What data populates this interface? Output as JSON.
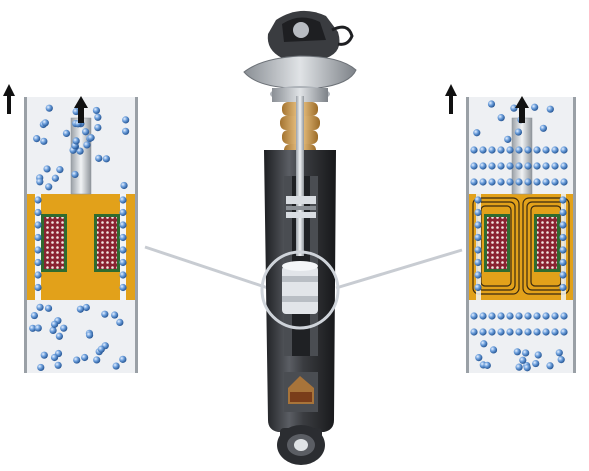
{
  "diagram": {
    "subject": "magnetorheological-shock-absorber",
    "left_panel": {
      "state": "field-off",
      "arrow_direction": "up",
      "fluid_color": "#3d7fc8",
      "housing_color": "#e2a11a",
      "coil_color": "#8a2331"
    },
    "right_panel": {
      "state": "field-on",
      "arrow_direction": "up",
      "fluid_color": "#3d7fc8",
      "housing_color": "#e2a11a",
      "coil_color": "#8a2331",
      "field_line_color": "#3a2a12"
    },
    "magnifier": {
      "ring_color": "#cfd4da",
      "leader_color": "#c8ccd2"
    },
    "colors": {
      "damper_body": "#2b2d31",
      "damper_highlight": "#5b5e64",
      "bump_stop": "#d6a45a",
      "top_mount": "#b8bcc2",
      "piston_rod": "#d9dde2"
    }
  }
}
